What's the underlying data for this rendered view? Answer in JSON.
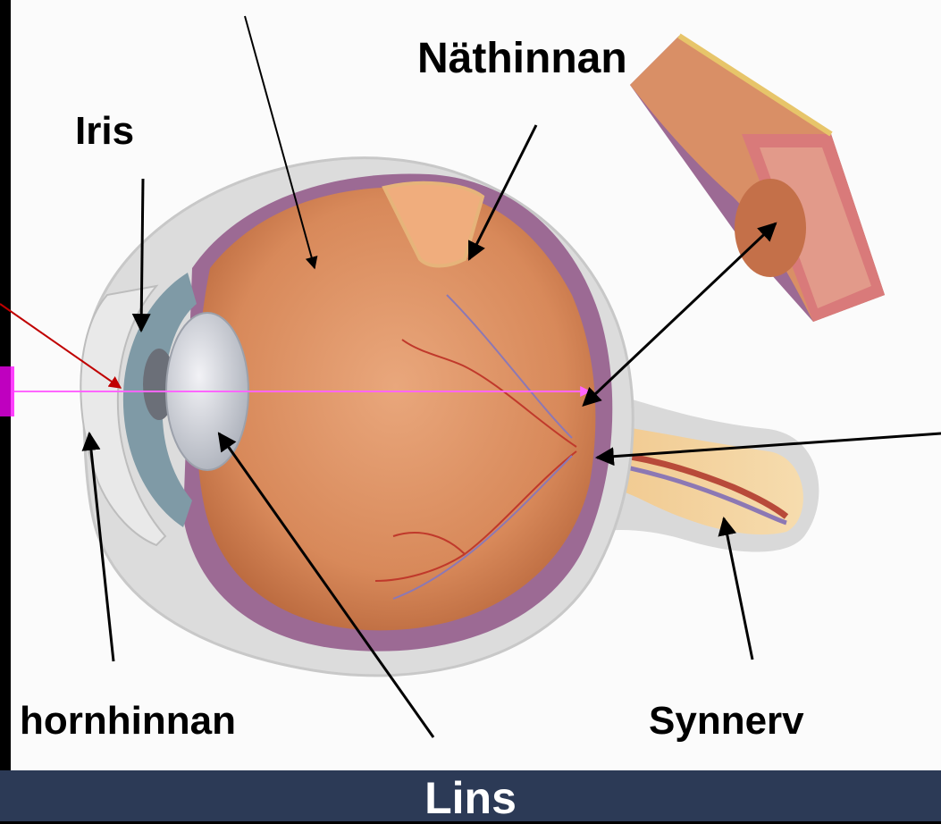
{
  "labels": {
    "retina": "Näthinnan",
    "iris": "Iris",
    "cornea": "hornhinnan",
    "optic_nerve": "Synnerv",
    "lens": "Lins"
  },
  "colors": {
    "background": "#fbfbfb",
    "footer": "#2c3a56",
    "frame": "#000000",
    "eye_tissue": "#d8895a",
    "sclera": "#dcdcdc",
    "retina_layer": "#8e5b8f",
    "light_ray": "#ff66ff",
    "red_arrow": "#c00000"
  }
}
